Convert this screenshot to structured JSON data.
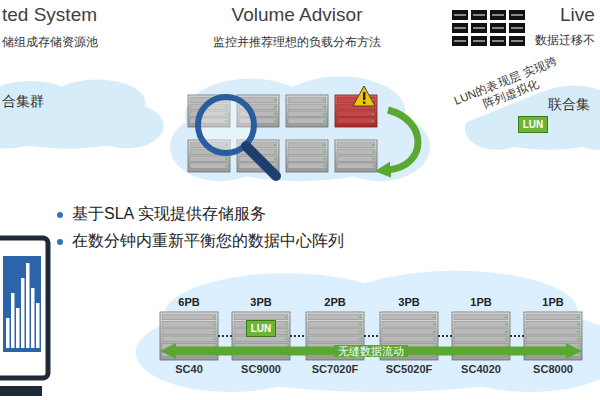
{
  "diagram": {
    "nodes": [
      {
        "text": [
          "合集群"
        ]
      },
      {
        "text": [
          "联合集"
        ]
      },
      {
        "text": [
          "LUN"
        ],
        "in": 1
      },
      {
        "text": [
          "6PB",
          "SC40"
        ]
      },
      {
        "text": [
          "3PB",
          "SC9000"
        ]
      },
      {
        "text": [
          "2PB",
          "SC7020F"
        ]
      },
      {
        "text": [
          "3PB",
          "SC5020F"
        ]
      },
      {
        "text": [
          "1PB",
          "SC4020"
        ]
      },
      {
        "text": [
          "1PB",
          "SC8000"
        ]
      },
      {
        "text": [
          "LUN"
        ],
        "in": 4
      }
    ],
    "edges": [
      {
        "from": 3,
        "to": 4,
        "arrow": "none"
      },
      {
        "from": 4,
        "to": 5,
        "arrow": "none"
      },
      {
        "from": 5,
        "to": 6,
        "arrow": "none"
      },
      {
        "from": 6,
        "to": 7,
        "arrow": "none"
      },
      {
        "from": 7,
        "to": 8,
        "arrow": "none"
      },
      {
        "from": 3,
        "to": 8,
        "label": "无缝数据流动",
        "arrow": "both"
      }
    ],
    "labels": [
      "ted System",
      "储组成存储资源池",
      "Volume Advisor",
      "监控并推荐理想的负载分布方法",
      "Live",
      "数据迁移不",
      "LUN的表现层 实现跨阵列虚拟化",
      "基于SLA 实现提供存储服务",
      "在数分钟内重新平衡您的数据中心阵列"
    ]
  }
}
